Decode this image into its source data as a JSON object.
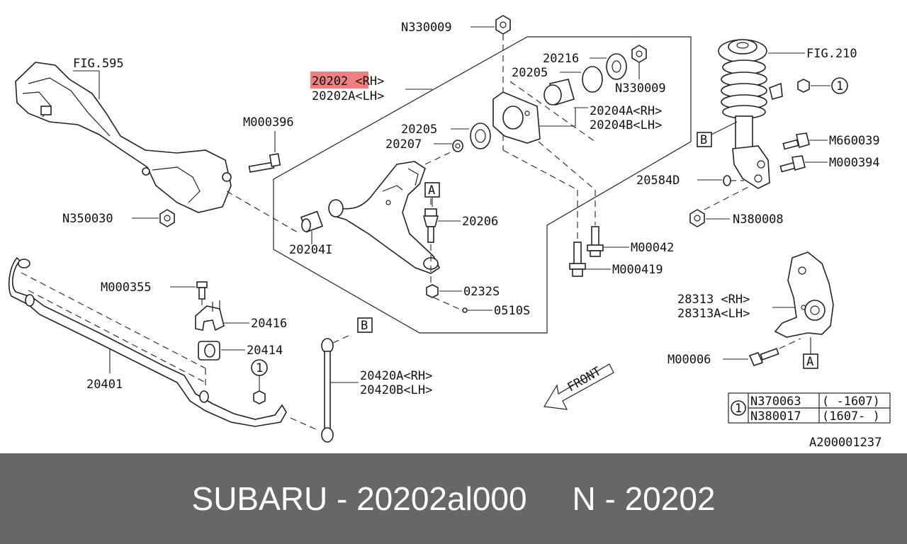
{
  "diagram": {
    "highlight_color": "#f08080",
    "labels": {
      "fig595": "FIG.595",
      "fig210": "FIG.210",
      "n330009_top": "N330009",
      "n330009_right": "N330009",
      "p20202_part": "20202",
      "p20202_suffix": " <RH>",
      "p20202a": "20202A<LH>",
      "p20216": "20216",
      "p20205_top": "20205",
      "p20205_mid": "20205",
      "p20204a": "20204A<RH>",
      "p20204b": "20204B<LH>",
      "p20207": "20207",
      "m000396": "M000396",
      "n350030": "N350030",
      "p20204i": "20204I",
      "p20206": "20206",
      "p0232s": "0232S",
      "p0510s": "0510S",
      "m00042": "M00042",
      "m000419": "M000419",
      "m660039": "M660039",
      "m000394": "M000394",
      "p20584d": "20584D",
      "n380008": "N380008",
      "m000355": "M000355",
      "p20416": "20416",
      "p20414": "20414",
      "p20401": "20401",
      "p20420a": "20420A<RH>",
      "p20420b": "20420B<LH>",
      "p28313": "28313 <RH>",
      "p28313a": "28313A<LH>",
      "m00006": "M00006",
      "front": "FRONT",
      "marker_a": "A",
      "marker_b": "B",
      "circle_1": "1",
      "ref_code": "A200001237"
    },
    "legend_table": {
      "rows": [
        {
          "part": "N370063",
          "range": "( -1607)"
        },
        {
          "part": "N380017",
          "range": "(1607- )"
        }
      ]
    }
  },
  "footer": {
    "text": "SUBARU - 20202al000     N - 20202"
  }
}
